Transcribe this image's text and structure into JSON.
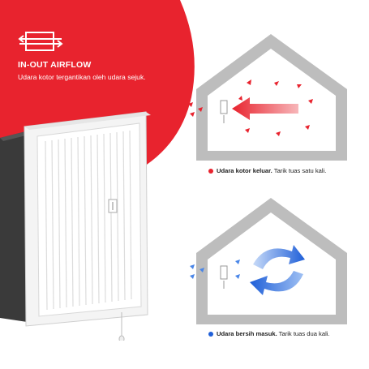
{
  "hero": {
    "icon": "in-out-airflow-icon",
    "title": "IN-OUT AIRFLOW",
    "subtitle": "Udara kotor tergantikan oleh udara sejuk."
  },
  "diagrams": [
    {
      "id": "out",
      "arrow_icon": "red-straight-arrow-icon",
      "caption_bold": "Udara kotor keluar.",
      "caption_rest": " Tarik tuas satu kali.",
      "dot_color": "#e8232e"
    },
    {
      "id": "in",
      "arrow_icon": "blue-circular-arrows-icon",
      "caption_bold": "Udara bersih masuk.",
      "caption_rest": " Tarik tuas dua kali.",
      "dot_color": "#1f5fd8"
    }
  ],
  "colors": {
    "brand_red": "#e8232e",
    "blue": "#1f5fd8",
    "house_grey": "#bdbdbd"
  }
}
